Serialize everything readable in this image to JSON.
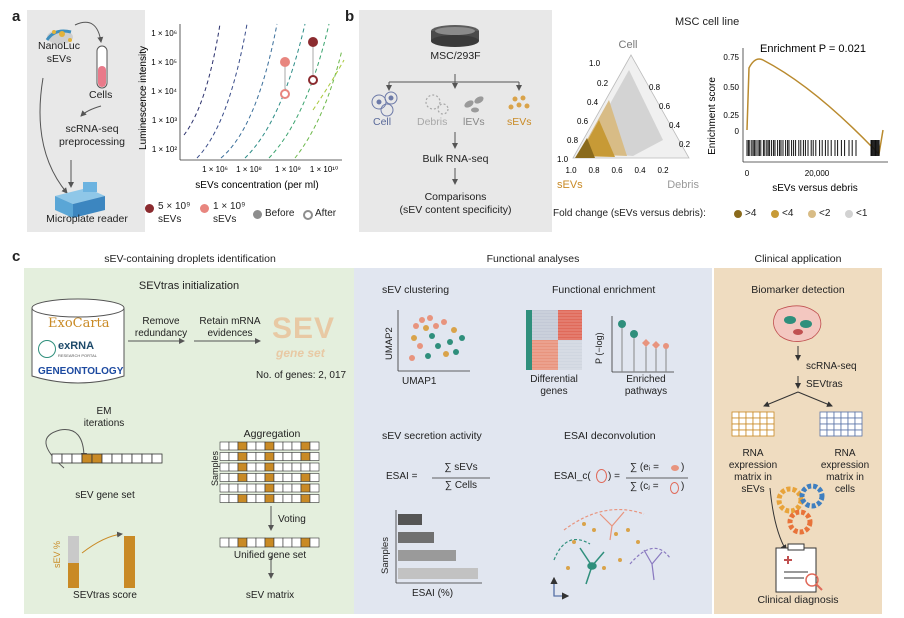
{
  "panel_a": {
    "letter": "a",
    "nanoluc_label": "NanoLuc\nsEVs",
    "cells_label": "Cells",
    "scrna_label": "scRNA-seq\npreprocessing",
    "plate_label": "Microplate reader",
    "chart": {
      "ylabel": "Luminescence intensity",
      "xlabel": "sEVs concentration (per ml)",
      "ytick_labels": [
        "1 × 10⁶",
        "1 × 10⁵",
        "1 × 10⁴",
        "1 × 10³",
        "1 × 10²"
      ],
      "xtick_labels": [
        "1 × 10⁶",
        "1 × 10⁸",
        "1 × 10⁹",
        "1 × 10¹⁰"
      ]
    },
    "legend": {
      "item1": "5 × 10⁹\nsEVs",
      "item2": "1 × 10⁹\nsEVs",
      "item3": "Before",
      "item4": "After"
    },
    "colors": {
      "dark_red": "#8b2b2f",
      "pink": "#e8867f",
      "gray": "#8d8d8d"
    }
  },
  "panel_b": {
    "letter": "b",
    "dish_label": "MSC/293F",
    "groups": [
      "Cell",
      "Debris",
      "lEVs",
      "sEVs"
    ],
    "bulk_label": "Bulk RNA-seq",
    "comparisons_label": "Comparisons\n(sEV content specificity)",
    "title": "MSC cell line",
    "ternary": {
      "top_label": "Cell",
      "left_label": "sEVs",
      "right_label": "Debris",
      "left_ticks": [
        "1.0",
        "0.8",
        "0.6",
        "0.4",
        "0.2"
      ],
      "right_ticks": [
        "0.8",
        "0.6",
        "0.4",
        "0.2"
      ],
      "bottom_ticks": [
        "1.0",
        "0.8",
        "0.6",
        "0.4",
        "0.2"
      ],
      "top_tick": "1.0"
    },
    "enrichment": {
      "title": "Enrichment P = 0.021",
      "ylabel": "Enrichment score",
      "yticks": [
        "0.75",
        "0.50",
        "0.25",
        "0"
      ],
      "xticks": [
        "0",
        "20,000"
      ],
      "xlabel": "sEVs versus debris"
    },
    "foldchange": {
      "label": "Fold change (sEVs versus debris):",
      "items": [
        ">4",
        "<4",
        "<2",
        "<1"
      ],
      "colors": [
        "#8a6a1c",
        "#c79a36",
        "#d8bc86",
        "#d2d2d2"
      ]
    }
  },
  "panel_c": {
    "letter": "c",
    "section1": {
      "title": "sEV-containing droplets identification",
      "init_title": "SEVtras initialization",
      "db_exocarta": "ExoCarta",
      "db_exrna": "exRNA",
      "db_exrna_sub": "RESEARCH PORTAL",
      "db_geneontology": "GENEONTOLOGY",
      "remove_label": "Remove\nredundancy",
      "retain_label": "Retain mRNA\nevidences",
      "sev_word": "SEV",
      "geneset_word": "gene set",
      "num_genes": "No. of genes: 2, 017",
      "em_label": "EM\niterations",
      "sev_gene_set": "sEV gene set",
      "aggregation": "Aggregation",
      "samples_label": "Samples",
      "voting": "Voting",
      "unified": "Unified gene set",
      "sev_pct": "sEV %",
      "sevtras_score": "SEVtras score",
      "sev_matrix": "sEV matrix"
    },
    "section2": {
      "title": "Functional analyses",
      "clustering_title": "sEV clustering",
      "umap1": "UMAP1",
      "umap2": "UMAP2",
      "func_enrich_title": "Functional enrichment",
      "diff_genes": "Differential\ngenes",
      "p_log": "P (−log)",
      "enriched": "Enriched\npathways",
      "secretion_title": "sEV secretion activity",
      "esai_lhs": "ESAI =",
      "esai_num": "∑ sEVs",
      "esai_den": "∑ Cells",
      "samples_label": "Samples",
      "esai_pct": "ESAI (%)",
      "deconv_title": "ESAI deconvolution",
      "esaic_lhs": "ESAI_c(",
      "esaic_close": ") =",
      "esaic_num": "∑ (eᵢ = ",
      "esaic_den": "∑ (cⱼ = "
    },
    "section3": {
      "title": "Clinical application",
      "biomarker_title": "Biomarker detection",
      "scrna": "scRNA-seq",
      "sevtras": "SEVtras",
      "matrix_sevs": "RNA\nexpression\nmatrix in\nsEVs",
      "matrix_cells": "RNA\nexpression\nmatrix in\ncells",
      "diagnosis": "Clinical diagnosis"
    },
    "colors": {
      "green_bg": "#e4efdd",
      "blue_bg": "#e1e6f0",
      "tan_bg": "#efdcc0",
      "orange": "#c98a25",
      "teal": "#2f8f7c",
      "salmon": "#e8947e"
    }
  }
}
